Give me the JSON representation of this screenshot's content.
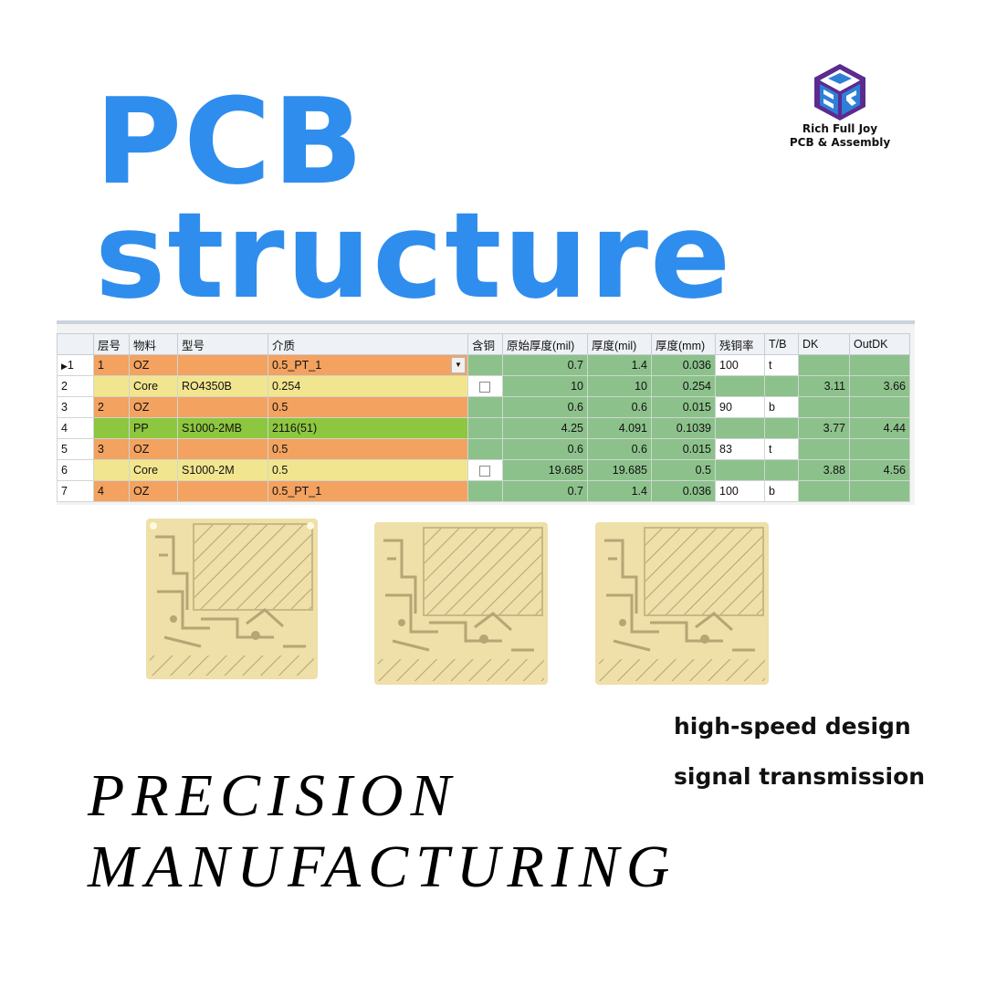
{
  "title": {
    "line1": "PCB",
    "line2": "structure"
  },
  "logo": {
    "line1": "Rich Full Joy",
    "line2": "PCB & Assembly",
    "icon": "cube-logo-icon"
  },
  "colors": {
    "title_blue": "#2f8ded",
    "orange": "#f3a260",
    "yellow": "#f2e58f",
    "green": "#8cc18b",
    "lime": "#8dc63f"
  },
  "table": {
    "headers": [
      "",
      "层号",
      "物料",
      "型号",
      "介质",
      "含铜",
      "原始厚度(mil)",
      "厚度(mil)",
      "厚度(mm)",
      "残铜率",
      "T/B",
      "DK",
      "OutDK"
    ],
    "rows": [
      {
        "idx": "1",
        "layer": "1",
        "material": "OZ",
        "model": "",
        "medium": "0.5_PT_1",
        "raw_mil": "0.7",
        "mil": "1.4",
        "mm": "0.036",
        "residual": "100",
        "tb": "t",
        "dk": "",
        "outdk": ""
      },
      {
        "idx": "2",
        "layer": "",
        "material": "Core",
        "model": "RO4350B",
        "medium": "0.254",
        "raw_mil": "10",
        "mil": "10",
        "mm": "0.254",
        "residual": "",
        "tb": "",
        "dk": "3.11",
        "outdk": "3.66"
      },
      {
        "idx": "3",
        "layer": "2",
        "material": "OZ",
        "model": "",
        "medium": "0.5",
        "raw_mil": "0.6",
        "mil": "0.6",
        "mm": "0.015",
        "residual": "90",
        "tb": "b",
        "dk": "",
        "outdk": ""
      },
      {
        "idx": "4",
        "layer": "",
        "material": "PP",
        "model": "S1000-2MB",
        "medium": "2116(51)",
        "raw_mil": "4.25",
        "mil": "4.091",
        "mm": "0.1039",
        "residual": "",
        "tb": "",
        "dk": "3.77",
        "outdk": "4.44"
      },
      {
        "idx": "5",
        "layer": "3",
        "material": "OZ",
        "model": "",
        "medium": "0.5",
        "raw_mil": "0.6",
        "mil": "0.6",
        "mm": "0.015",
        "residual": "83",
        "tb": "t",
        "dk": "",
        "outdk": ""
      },
      {
        "idx": "6",
        "layer": "",
        "material": "Core",
        "model": "S1000-2M",
        "medium": "0.5",
        "raw_mil": "19.685",
        "mil": "19.685",
        "mm": "0.5",
        "residual": "",
        "tb": "",
        "dk": "3.88",
        "outdk": "4.56"
      },
      {
        "idx": "7",
        "layer": "4",
        "material": "OZ",
        "model": "",
        "medium": "0.5_PT_1",
        "raw_mil": "0.7",
        "mil": "1.4",
        "mm": "0.036",
        "residual": "100",
        "tb": "b",
        "dk": "",
        "outdk": ""
      }
    ]
  },
  "taglines": {
    "line1": "high-speed design",
    "line2": "signal transmission"
  },
  "footer": {
    "line1": "PRECISION",
    "line2": "MANUFACTURING"
  }
}
